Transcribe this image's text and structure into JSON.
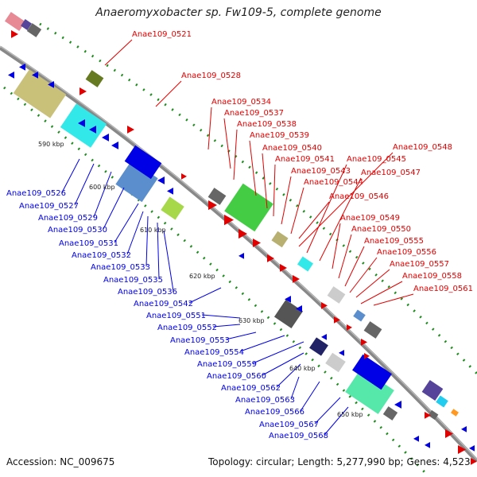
{
  "title": "Anaeromyxobacter sp. Fw109-5, complete genome",
  "footer": {
    "accession": "Accession: NC_009675",
    "topology": "Topology: circular; Length: 5,277,990 bp; Genes: 4,523"
  },
  "colors": {
    "forward": "#e00000",
    "reverse": "#0000e6",
    "backbone": "#888888",
    "dots": "#1d8c1d"
  },
  "ticks": [
    "590 kbp",
    "600 kbp",
    "610 kbp",
    "620 kbp",
    "630 kbp",
    "640 kbp",
    "650 kbp"
  ],
  "red_labels": [
    "Anae109_0521",
    "Anae109_0528",
    "Anae109_0534",
    "Anae109_0537",
    "Anae109_0538",
    "Anae109_0539",
    "Anae109_0540",
    "Anae109_0541",
    "Anae109_0543",
    "Anae109_0544",
    "Anae109_0546",
    "Anae109_0548",
    "Anae109_0545",
    "Anae109_0547",
    "Anae109_0549",
    "Anae109_0550",
    "Anae109_0555",
    "Anae109_0556",
    "Anae109_0557",
    "Anae109_0558",
    "Anae109_0561"
  ],
  "blue_labels": [
    "Anae109_0526",
    "Anae109_0527",
    "Anae109_0529",
    "Anae109_0530",
    "Anae109_0531",
    "Anae109_0532",
    "Anae109_0533",
    "Anae109_0535",
    "Anae109_0536",
    "Anae109_0542",
    "Anae109_0551",
    "Anae109_0552",
    "Anae109_0553",
    "Anae109_0554",
    "Anae109_0559",
    "Anae109_0560",
    "Anae109_0562",
    "Anae109_0563",
    "Anae109_0566",
    "Anae109_0567",
    "Anae109_0568"
  ]
}
